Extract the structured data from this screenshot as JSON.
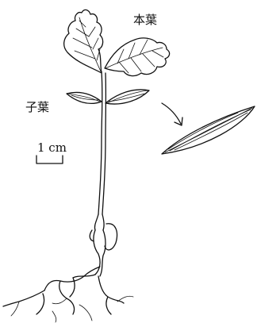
{
  "labels": {
    "true_leaf": "本葉",
    "cotyledon": "子葉",
    "scale": "1 cm"
  }
}
